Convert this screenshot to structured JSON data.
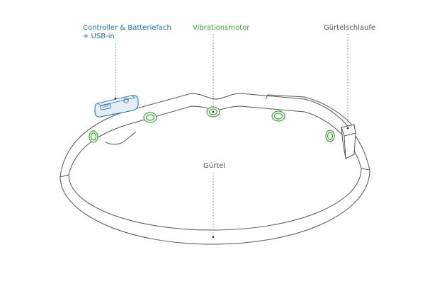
{
  "labels": {
    "controller_line1": "Controller & Batteriefach",
    "controller_line2": "+ USB-in",
    "vibration_motor": "Vibrationsmotor",
    "belt_loop": "Gürtelschlaufe",
    "belt": "Gürtel"
  },
  "colors": {
    "controller": "#1f6fb2",
    "vibration_motor": "#3aa635",
    "outline": "#555555",
    "leader": "#777777"
  }
}
